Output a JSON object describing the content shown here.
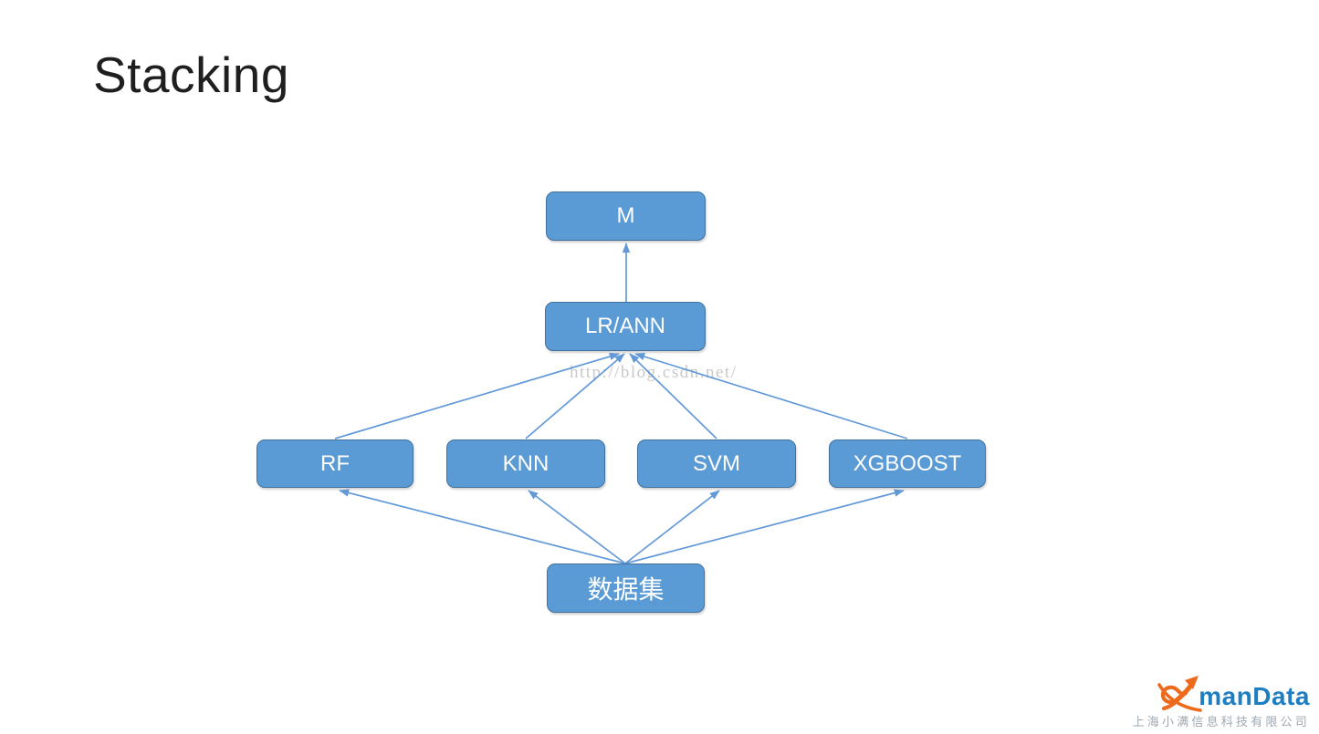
{
  "slide": {
    "title": "Stacking"
  },
  "watermark": {
    "text": "http://blog.csdn.net/"
  },
  "diagram": {
    "nodes": [
      {
        "id": "m",
        "label": "M"
      },
      {
        "id": "lr-ann",
        "label": "LR/ANN"
      },
      {
        "id": "rf",
        "label": "RF"
      },
      {
        "id": "knn",
        "label": "KNN"
      },
      {
        "id": "svm",
        "label": "SVM"
      },
      {
        "id": "xgboost",
        "label": "XGBOOST"
      },
      {
        "id": "dataset",
        "label": "数据集"
      }
    ],
    "edges": [
      {
        "from": "dataset",
        "to": "rf"
      },
      {
        "from": "dataset",
        "to": "knn"
      },
      {
        "from": "dataset",
        "to": "svm"
      },
      {
        "from": "dataset",
        "to": "xgboost"
      },
      {
        "from": "rf",
        "to": "lr-ann"
      },
      {
        "from": "knn",
        "to": "lr-ann"
      },
      {
        "from": "svm",
        "to": "lr-ann"
      },
      {
        "from": "xgboost",
        "to": "lr-ann"
      },
      {
        "from": "lr-ann",
        "to": "m"
      }
    ],
    "colors": {
      "node_fill": "#5B9BD5",
      "node_border": "#41719C",
      "node_text": "#FFFFFF",
      "connector": "#6299D8"
    }
  },
  "footer_logo": {
    "brand": "manData",
    "company": "上海小满信息科技有限公司",
    "brand_color": "#1F7EC2",
    "mark_color": "#ED6A1C",
    "company_color": "#9FA8B0"
  }
}
